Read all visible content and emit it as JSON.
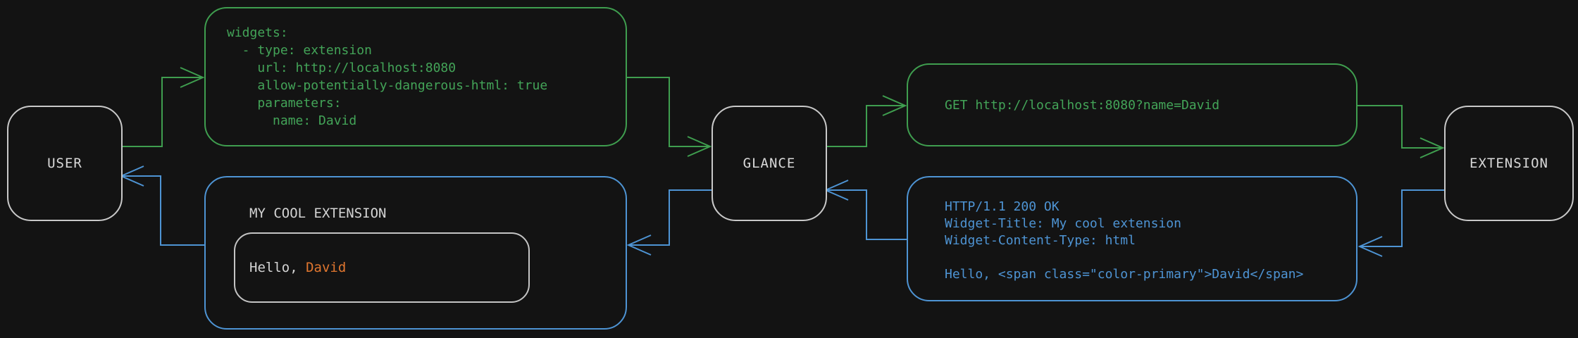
{
  "colors": {
    "background": "#131313",
    "green": "#3f9e4f",
    "blue": "#4e94d4",
    "node_border": "#c9c9c9",
    "text_light": "#d4d4d4",
    "accent_orange": "#e0762f"
  },
  "nodes": {
    "user": {
      "label": "USER"
    },
    "glance": {
      "label": "GLANCE"
    },
    "extension": {
      "label": "EXTENSION"
    }
  },
  "config_box": {
    "code": "widgets:\n  - type: extension\n    url: http://localhost:8080\n    allow-potentially-dangerous-html: true\n    parameters:\n      name: David"
  },
  "request_box": {
    "code": "GET http://localhost:8080?name=David"
  },
  "response_box": {
    "code": "HTTP/1.1 200 OK\nWidget-Title: My cool extension\nWidget-Content-Type: html\n\nHello, <span class=\"color-primary\">David</span>"
  },
  "widget_box": {
    "title": "MY COOL EXTENSION",
    "hello_prefix": "Hello, ",
    "hello_name": "David"
  }
}
